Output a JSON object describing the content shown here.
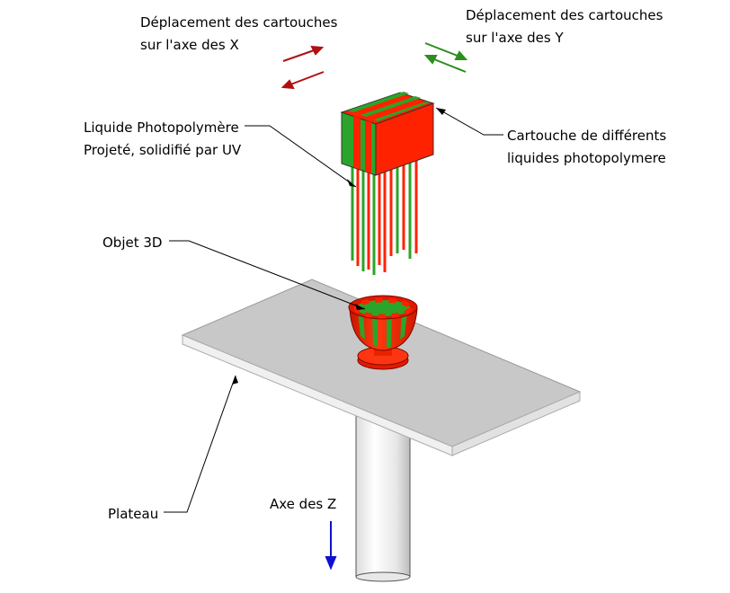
{
  "labels": {
    "x_motion_line1": "Déplacement des cartouches",
    "x_motion_line2": "sur l'axe des X",
    "y_motion_line1": "Déplacement des cartouches",
    "y_motion_line2": "sur l'axe des Y",
    "liquid_line1": "Liquide Photopolymère",
    "liquid_line2": "Projeté, solidifié par UV",
    "cartridge_line1": "Cartouche de différents",
    "cartridge_line2": "liquides photopolymere",
    "object": "Objet 3D",
    "plate": "Plateau",
    "z_axis": "Axe des Z"
  },
  "colors": {
    "red": "#ff2200",
    "green": "#2aa52a",
    "dark_red": "#b01010",
    "dark_green": "#2b8f1e",
    "blue": "#1010d0",
    "plate_top": "#c8c8c8",
    "plate_edge": "#efefef"
  }
}
